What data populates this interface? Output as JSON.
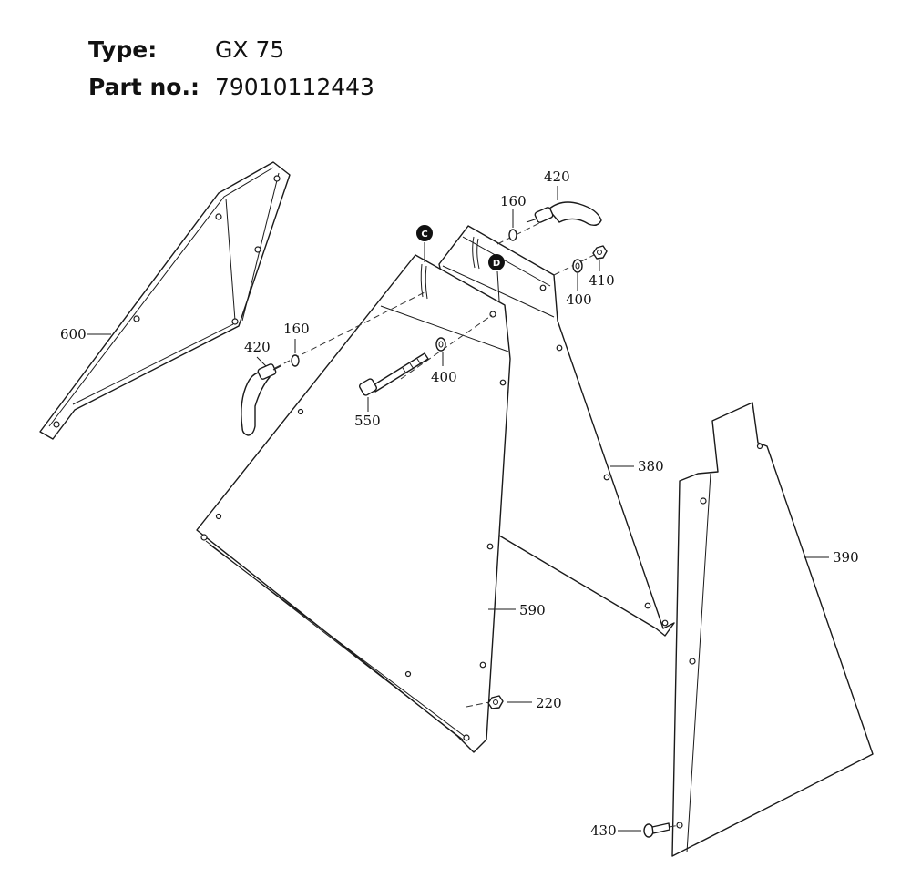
{
  "header": {
    "type_label": "Type:",
    "type_value": "GX 75",
    "part_label": "Part no.:",
    "part_value": "79010112443"
  },
  "markers": {
    "c": "C",
    "d": "D"
  },
  "callouts": {
    "p600": "600",
    "p420_left": "420",
    "p160_left": "160",
    "p550": "550",
    "p400_center": "400",
    "p420_top": "420",
    "p160_top": "160",
    "p400_right": "400",
    "p410": "410",
    "p380": "380",
    "p390": "390",
    "p590": "590",
    "p220": "220",
    "p430": "430"
  }
}
